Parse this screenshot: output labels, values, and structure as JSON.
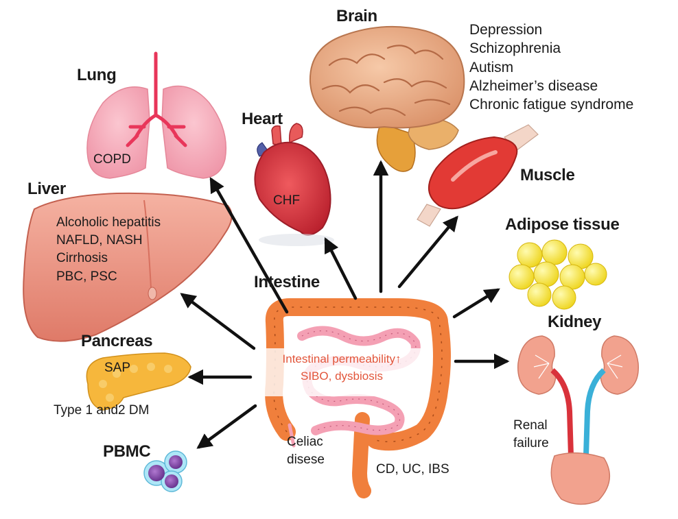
{
  "colors": {
    "arrow": "#111111",
    "intestine": "#f07f3c",
    "small_intestine": "#f4a0b4",
    "central_text": "#e2553a",
    "lung": "#f6a7b7",
    "trachea": "#e8365a",
    "liver": "#ec8e7b",
    "heart": "#d9323b",
    "brain": "#e6a37c",
    "muscle": "#e23a35",
    "adipose": "#f4e236",
    "kidney": "#f2a28e",
    "pancreas": "#f6b73c",
    "pbmc": "#7a3fa0"
  },
  "center": {
    "organ": "Intestine",
    "lines": [
      "Intestinal permeability↑",
      "SIBO, dysbiosis"
    ],
    "conditions_left": [
      "Celiac",
      "disese"
    ],
    "conditions_right": "CD, UC, IBS"
  },
  "organs": {
    "brain": {
      "label": "Brain",
      "conditions": [
        "Depression",
        "Schizophrenia",
        "Autism",
        "Alzheimer’s disease",
        "Chronic fatigue syndrome"
      ]
    },
    "lung": {
      "label": "Lung",
      "conditions": [
        "COPD"
      ]
    },
    "heart": {
      "label": "Heart",
      "conditions": [
        "CHF"
      ]
    },
    "muscle": {
      "label": "Muscle"
    },
    "liver": {
      "label": "Liver",
      "conditions": [
        "Alcoholic hepatitis",
        "NAFLD, NASH",
        "Cirrhosis",
        "PBC, PSC"
      ]
    },
    "adipose": {
      "label": "Adipose tissue"
    },
    "kidney": {
      "label": "Kidney",
      "conditions": [
        "Renal",
        "failure"
      ]
    },
    "pancreas": {
      "label": "Pancreas",
      "conditions": [
        "SAP",
        "Type 1 and2 DM"
      ]
    },
    "pbmc": {
      "label": "PBMC"
    }
  }
}
